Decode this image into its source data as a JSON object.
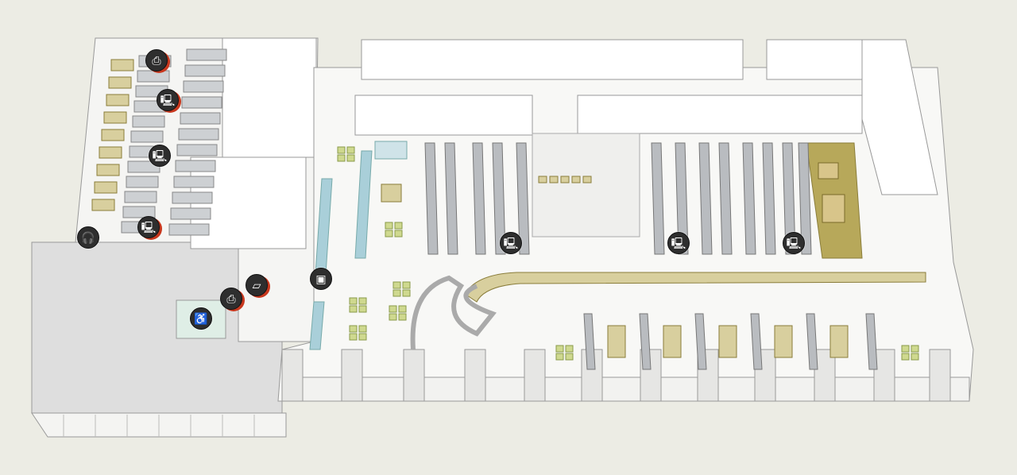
{
  "colors": {
    "background": "#ecece4",
    "floor": "#f7f7f5",
    "wall": "#dcdcdc",
    "shelf": "#b9bcc0",
    "furniture": "#d8cf9e",
    "lounge": "#b7a85a",
    "glass": "#a9cfd9",
    "plant": "#cfd98f",
    "marker": "#2e2e2e",
    "marker_accent": "#c8381e"
  },
  "map": {
    "markers": [
      {
        "type": "printer",
        "glyph": "⎙",
        "accent": true
      },
      {
        "type": "computer",
        "glyph": "🖳",
        "accent": true
      },
      {
        "type": "computer",
        "glyph": "🖳",
        "accent": false
      },
      {
        "type": "computer",
        "glyph": "🖳",
        "accent": true
      },
      {
        "type": "headphones",
        "glyph": "🎧",
        "accent": false
      },
      {
        "type": "printer",
        "glyph": "⎙",
        "accent": true
      },
      {
        "type": "scanner",
        "glyph": "▱",
        "accent": true
      },
      {
        "type": "restroom",
        "glyph": "♿",
        "accent": false
      },
      {
        "type": "self-checkout",
        "glyph": "▣",
        "accent": false
      },
      {
        "type": "computer",
        "glyph": "🖳",
        "accent": false
      },
      {
        "type": "computer",
        "glyph": "🖳",
        "accent": false
      },
      {
        "type": "computer",
        "glyph": "🖳",
        "accent": false
      }
    ]
  }
}
